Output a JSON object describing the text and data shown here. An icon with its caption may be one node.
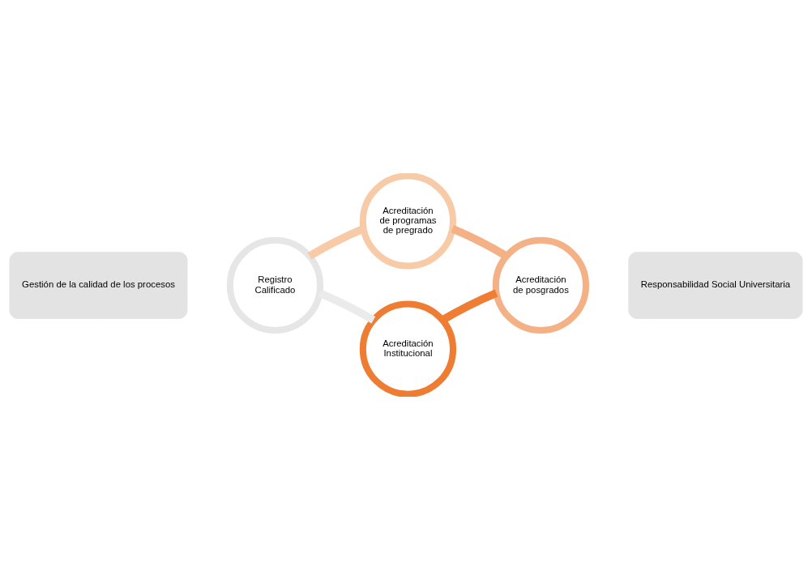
{
  "diagram": {
    "nodes": [
      {
        "text": [
          "Gestión de la calidad de los procesos"
        ]
      },
      {
        "text": [
          "Acreditación de programas de pregrado"
        ]
      },
      {
        "text": [
          "Registro Calificado"
        ]
      },
      {
        "text": [
          "Acreditación de posgrados"
        ]
      },
      {
        "text": [
          "Acreditación Institucional"
        ]
      },
      {
        "text": [
          "Responsabilidad Social Universitaria"
        ]
      }
    ],
    "edges": [
      {
        "from": 2,
        "to": 1,
        "arrow": "none",
        "color": "#f8cba8"
      },
      {
        "from": 1,
        "to": 3,
        "arrow": "none",
        "color": "#f3b185"
      },
      {
        "from": 3,
        "to": 4,
        "arrow": "none",
        "color": "#ef7d33"
      },
      {
        "from": 4,
        "to": 2,
        "arrow": "none",
        "color": "#ebebeb"
      }
    ]
  }
}
